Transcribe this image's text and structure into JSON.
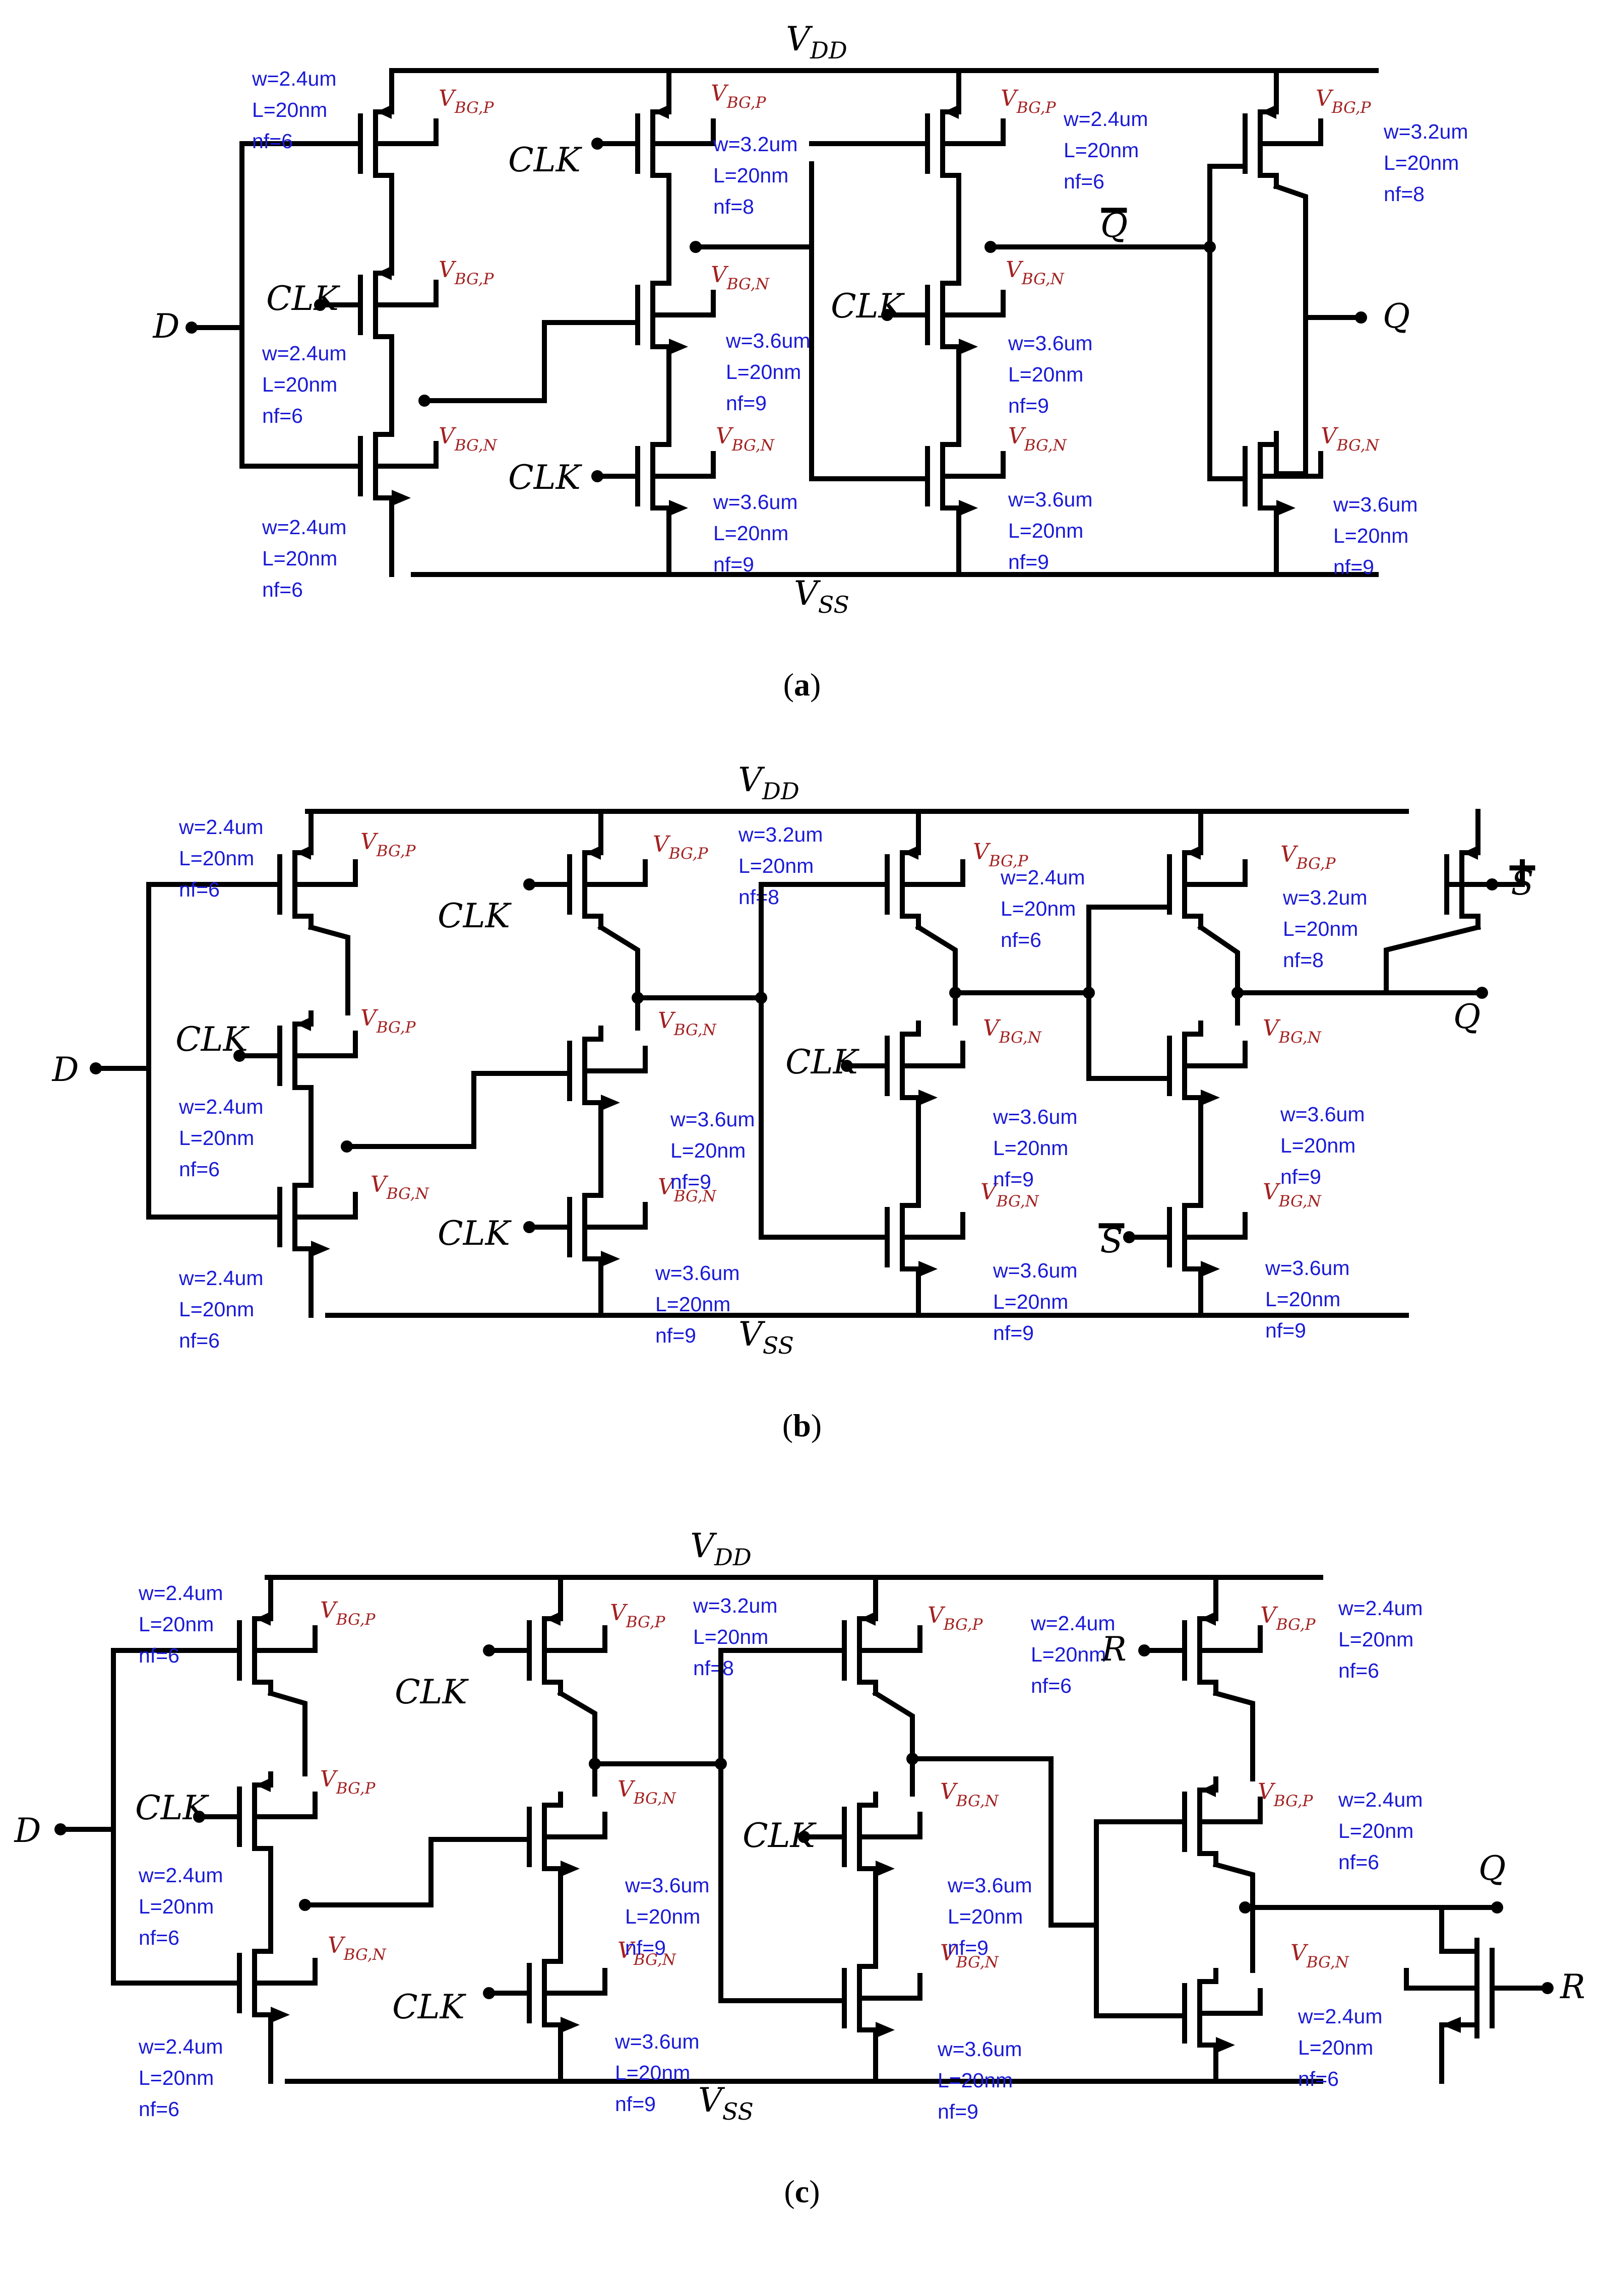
{
  "rails": {
    "vdd": "V",
    "vdd_sub": "DD",
    "vss": "V",
    "vss_sub": "SS"
  },
  "backgate": {
    "p": "V",
    "p_sub": "BG,P",
    "n": "V",
    "n_sub": "BG,N"
  },
  "signals": {
    "d": "D",
    "clk": "CLK",
    "q": "Q",
    "q_bar": "Q",
    "s_bar": "S",
    "r": "R"
  },
  "params": {
    "w24": "w=2.4um",
    "w32": "w=3.2um",
    "w36": "w=3.6um",
    "l20": "L=20nm",
    "nf6": "nf=6",
    "nf8": "nf=8",
    "nf9": "nf=9"
  },
  "captions": {
    "a": {
      "open": "(",
      "letter": "a",
      "close": ")"
    },
    "b": {
      "open": "(",
      "letter": "b",
      "close": ")"
    },
    "c": {
      "open": "(",
      "letter": "c",
      "close": ")"
    }
  }
}
